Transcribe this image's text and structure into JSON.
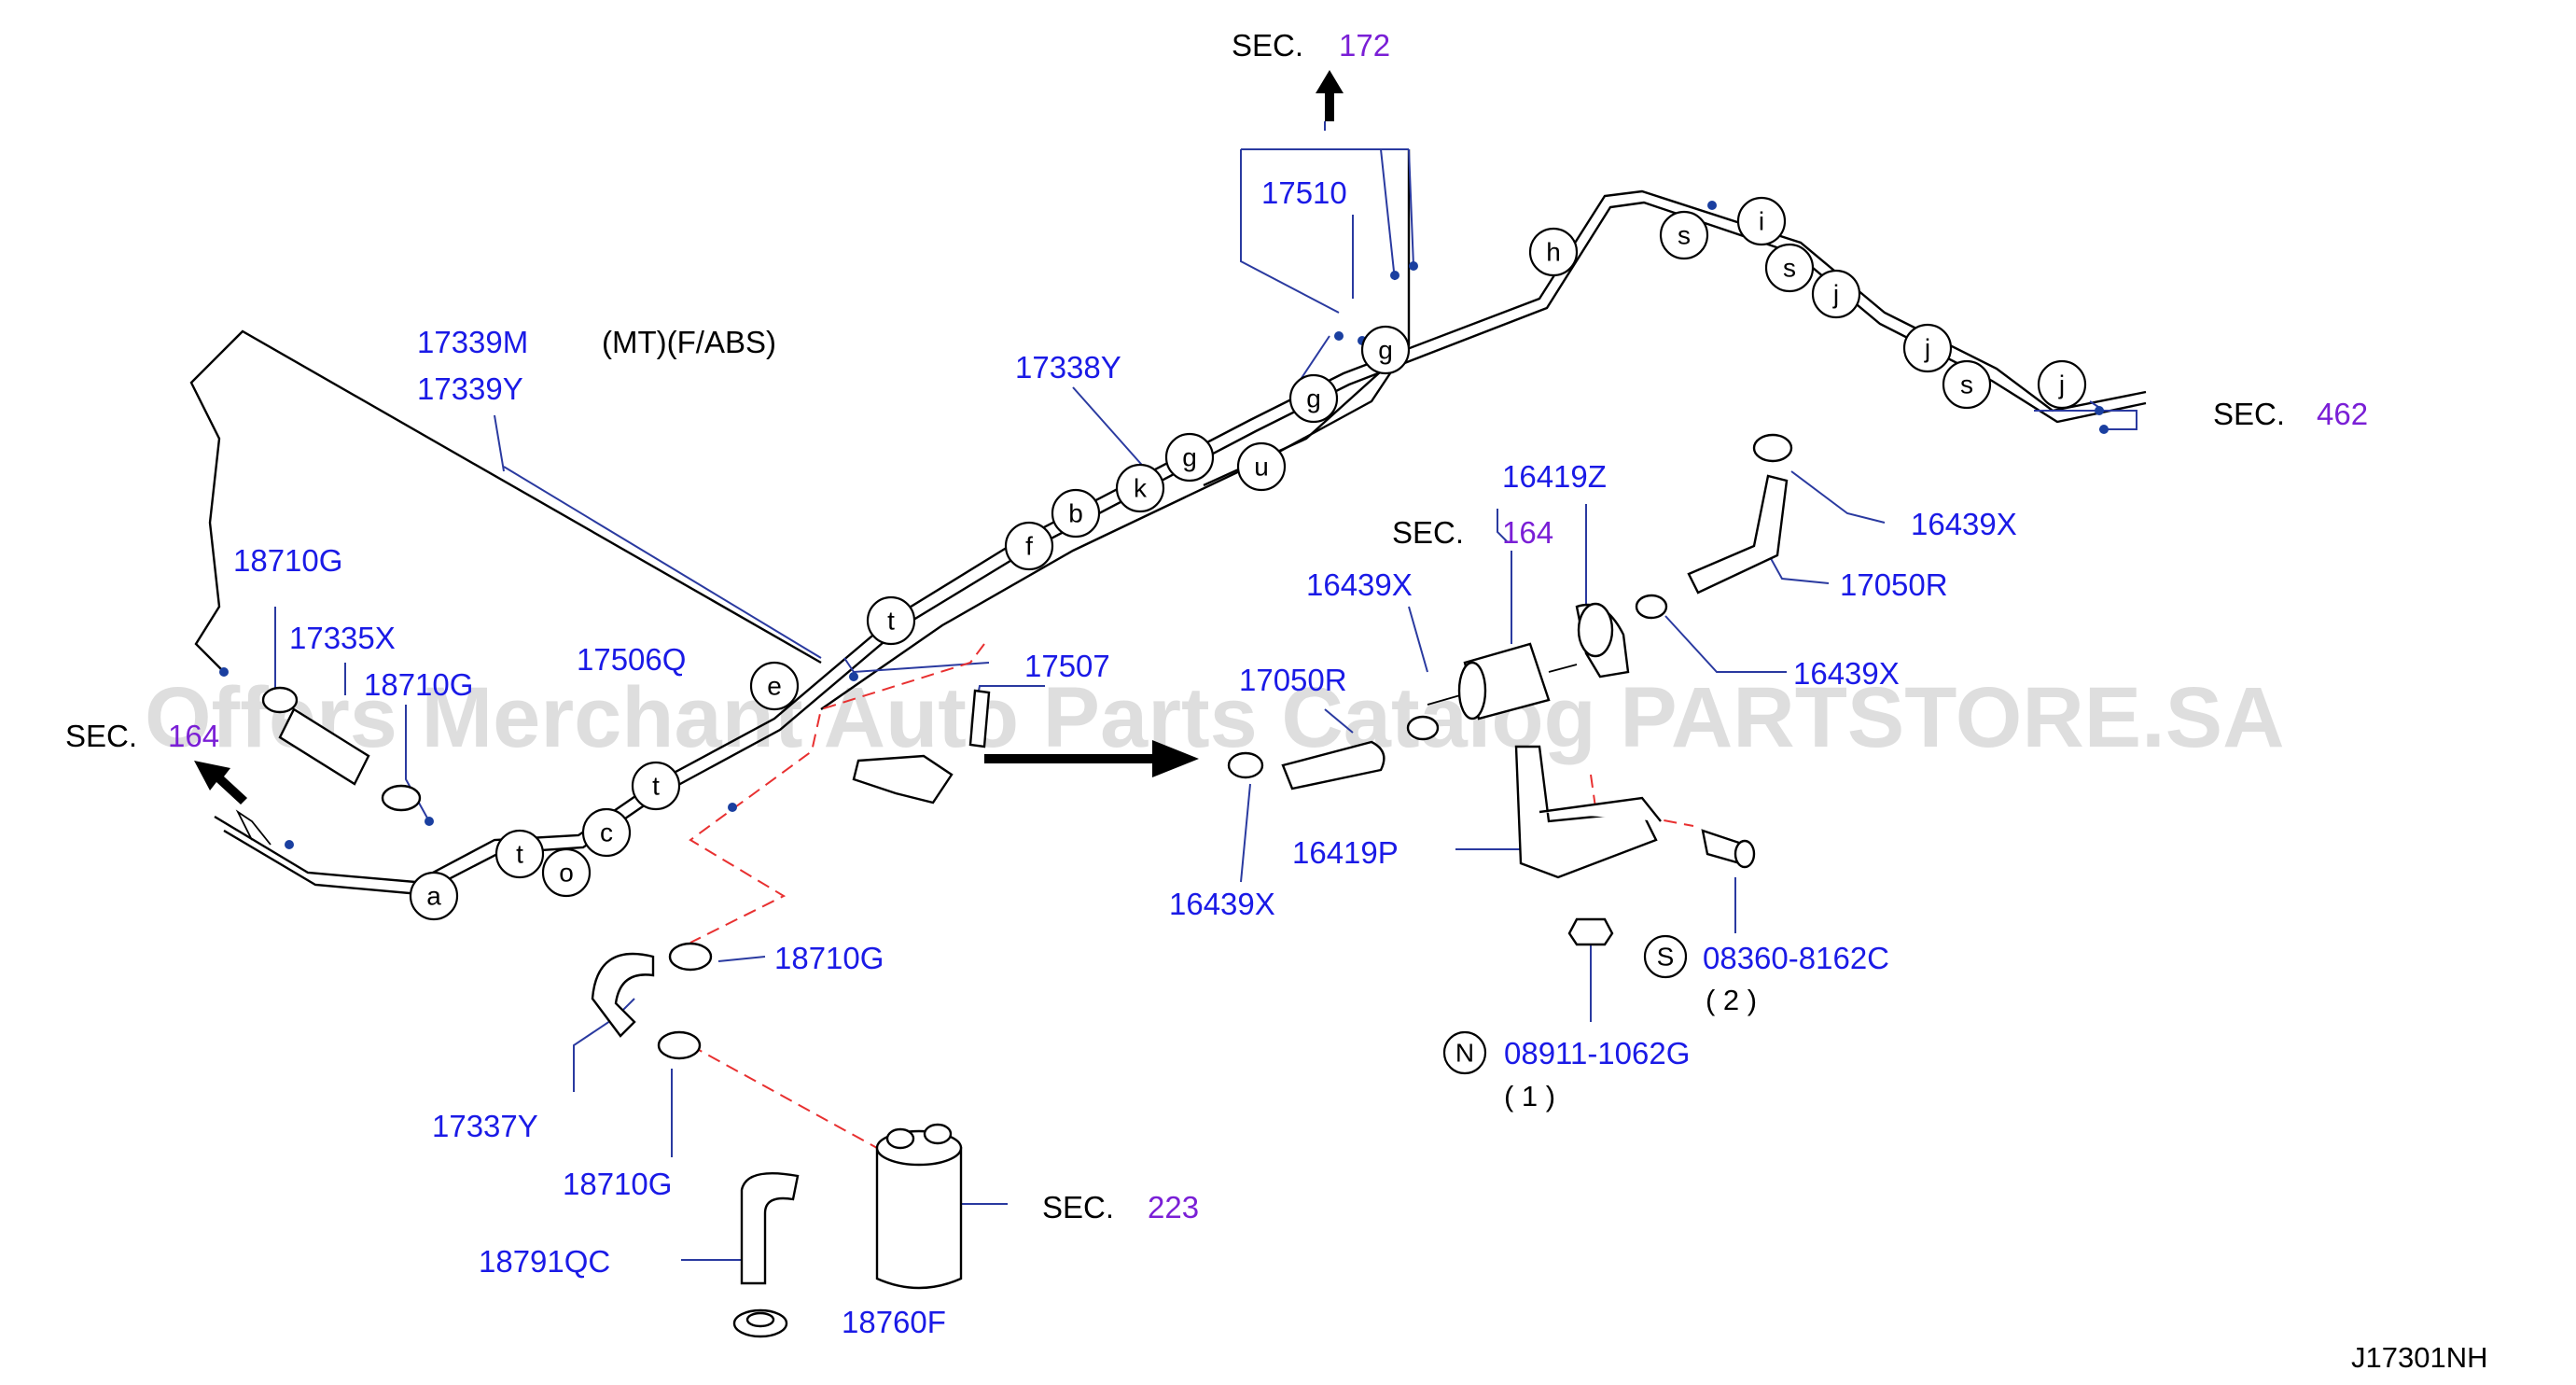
{
  "watermark": "Offers Merchant Auto Parts Catalog PARTSTORE.SA",
  "drawing_code": "J17301NH",
  "sec_label": "SEC.",
  "sections": {
    "top": "172",
    "right": "462",
    "left": "164",
    "filter": "164",
    "canister": "223"
  },
  "note_mt_abs": "(MT)(F/ABS)",
  "parts": {
    "p17339M": "17339M",
    "p17339Y": "17339Y",
    "p17338Y": "17338Y",
    "p17510": "17510",
    "p18710G_a": "18710G",
    "p17335X": "17335X",
    "p18710G_b": "18710G",
    "p17506Q": "17506Q",
    "p17507": "17507",
    "p18710G_c": "18710G",
    "p17337Y": "17337Y",
    "p18710G_d": "18710G",
    "p18791QC": "18791QC",
    "p18760F": "18760F",
    "p16419Z": "16419Z",
    "p16439X_a": "16439X",
    "p17050R_a": "17050R",
    "p16439X_b": "16439X",
    "p16439X_c": "16439X",
    "p17050R_b": "17050R",
    "p16419P": "16419P",
    "p16439X_d": "16439X",
    "p08360": "08360-8162C",
    "p08911": "08911-1062G"
  },
  "qty": {
    "q08360": "( 2 )",
    "q08911": "( 1 )"
  },
  "symbols": {
    "s": "S",
    "n": "N"
  },
  "bubbles": [
    "a",
    "t",
    "o",
    "c",
    "t",
    "e",
    "t",
    "f",
    "b",
    "k",
    "g",
    "u",
    "g",
    "g",
    "h",
    "s",
    "i",
    "s",
    "j",
    "j",
    "s",
    "j"
  ]
}
